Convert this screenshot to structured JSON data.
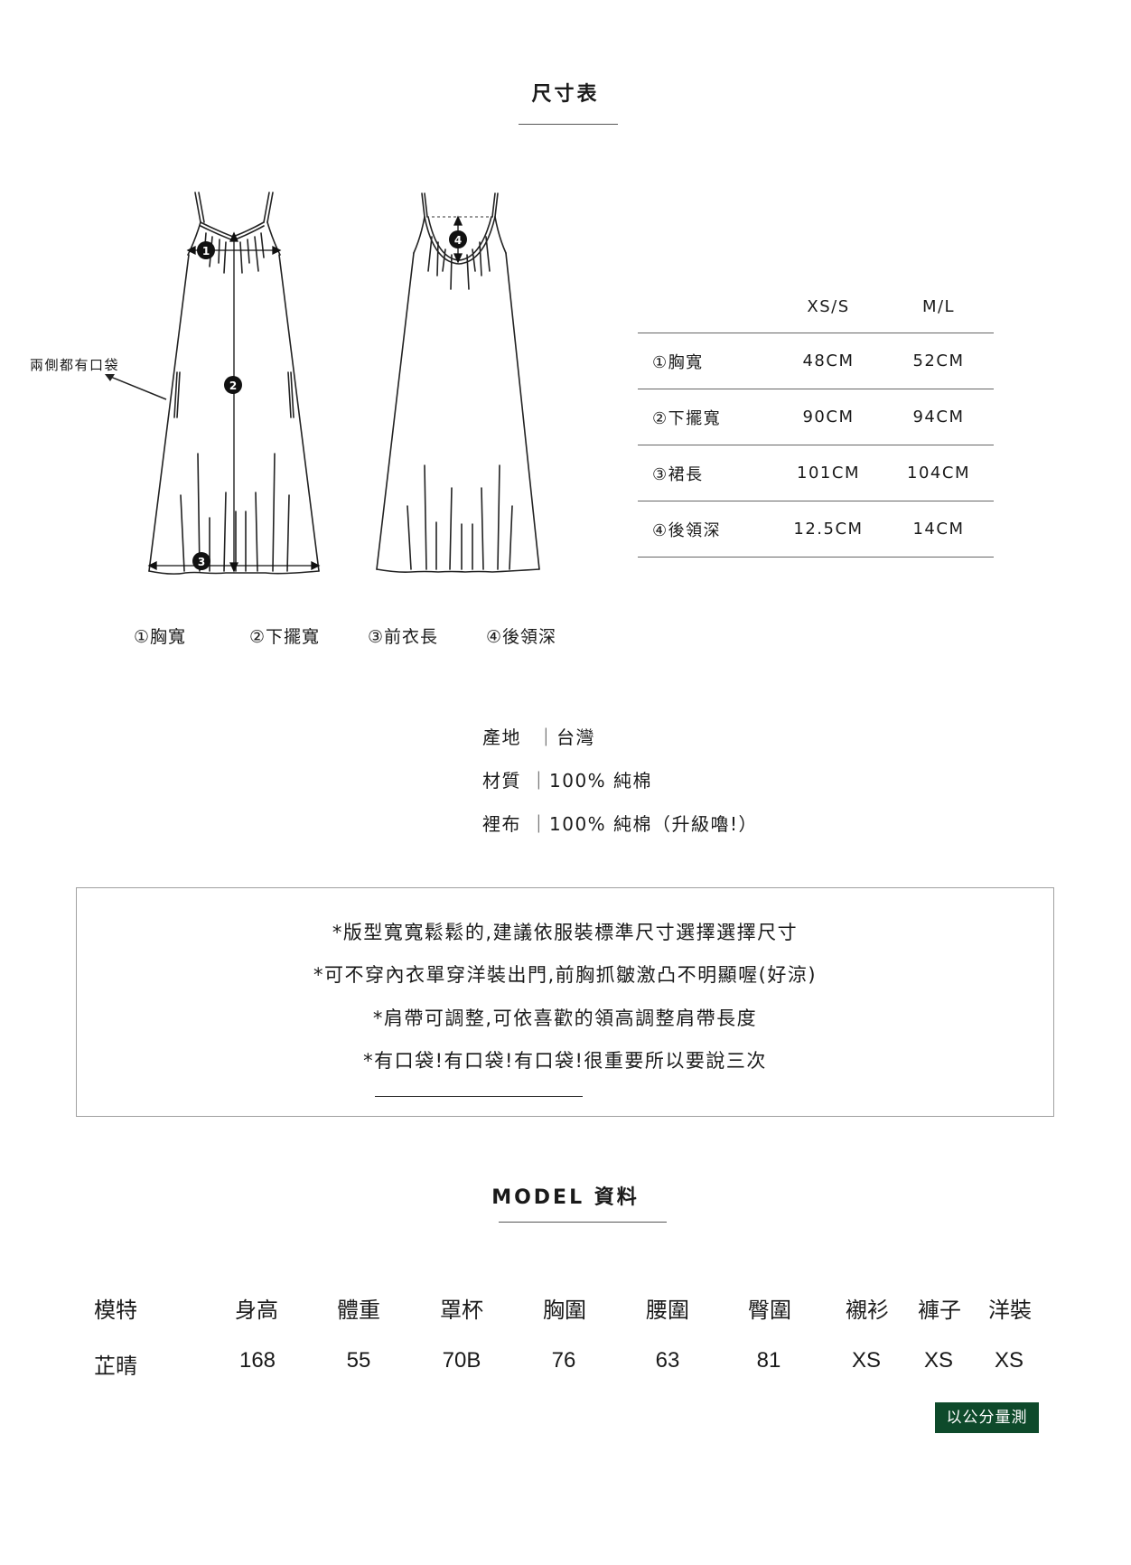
{
  "size_chart": {
    "title": "尺寸表",
    "pocket_note": "兩側都有口袋",
    "diagram": {
      "front_markers": [
        "1",
        "2",
        "3"
      ],
      "back_markers": [
        "4"
      ]
    },
    "legend": [
      "①胸寬",
      "②下擺寬",
      "③前衣長",
      "④後領深"
    ],
    "table": {
      "columns": [
        "",
        "XS/S",
        "M/L"
      ],
      "rows": [
        {
          "label": "①胸寬",
          "xs_s": "48CM",
          "m_l": "52CM"
        },
        {
          "label": "②下擺寬",
          "xs_s": "90CM",
          "m_l": "94CM"
        },
        {
          "label": "③裙長",
          "xs_s": "101CM",
          "m_l": "104CM"
        },
        {
          "label": "④後領深",
          "xs_s": "12.5CM",
          "m_l": "14CM"
        }
      ]
    }
  },
  "specs": [
    {
      "label": "產地",
      "sep": "｜",
      "value": "台灣"
    },
    {
      "label": "材質",
      "sep": "｜",
      "value": "100% 純棉"
    },
    {
      "label": "裡布",
      "sep": "｜",
      "value": "100% 純棉（升級嚕!）"
    }
  ],
  "notes": [
    "*版型寬寬鬆鬆的,建議依服裝標準尺寸選擇選擇尺寸",
    "*可不穿內衣單穿洋裝出門,前胸抓皺激凸不明顯喔(好涼)",
    "*肩帶可調整,可依喜歡的領高調整肩帶長度",
    "*有口袋!有口袋!有口袋!很重要所以要說三次"
  ],
  "model": {
    "title": "MODEL 資料",
    "headers": [
      "模特",
      "身高",
      "體重",
      "罩杯",
      "胸圍",
      "腰圍",
      "臀圍",
      "襯衫",
      "褲子",
      "洋裝"
    ],
    "rows": [
      [
        "芷晴",
        "168",
        "55",
        "70B",
        "76",
        "63",
        "81",
        "XS",
        "XS",
        "XS"
      ]
    ],
    "unit_badge": "以公分量測"
  },
  "colors": {
    "badge_bg": "#0e4a2b",
    "text": "#1a1a1a",
    "rule": "#666666",
    "box_border": "#a0a0a0"
  }
}
